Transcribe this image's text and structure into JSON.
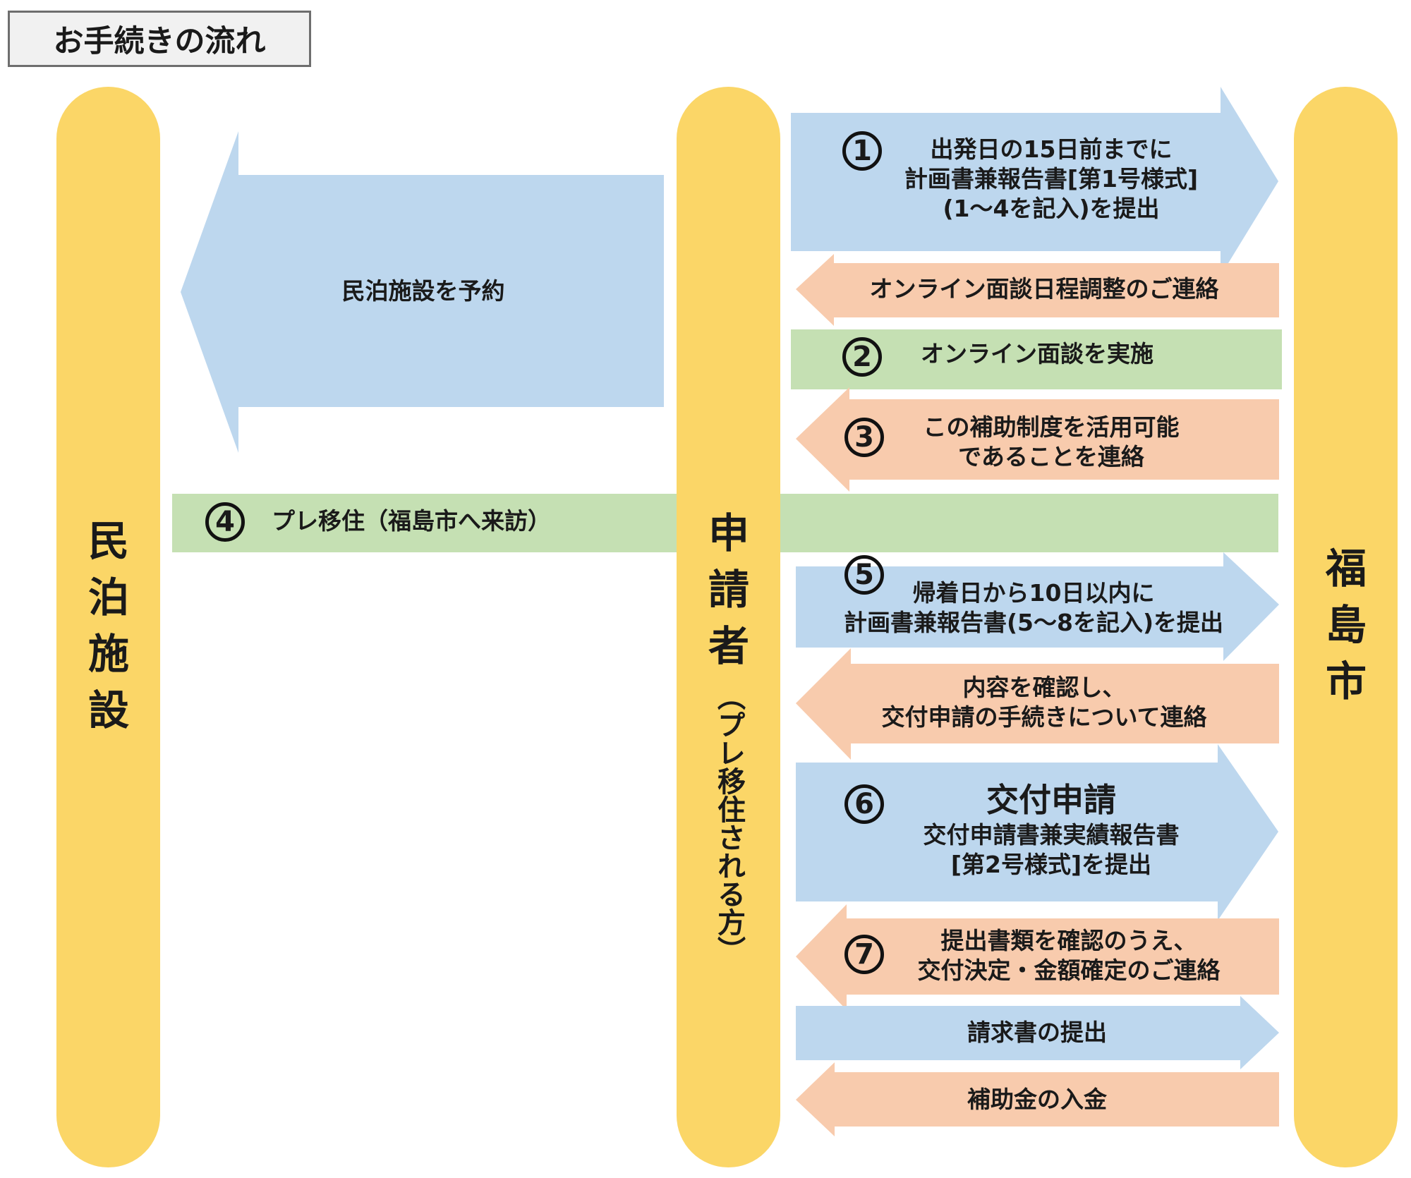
{
  "title": "お手続きの流れ",
  "pillars": {
    "left": {
      "label_chars": [
        "民",
        "泊",
        "施",
        "設"
      ]
    },
    "center": {
      "label_chars": [
        "申",
        "請",
        "者"
      ],
      "sub_label": "（プレ移住される方）"
    },
    "right": {
      "label_chars": [
        "福",
        "島",
        "市"
      ]
    }
  },
  "colors": {
    "pillar": "#fbd667",
    "to_city": "#bdd7ee",
    "from_city": "#f8cbad",
    "band": "#c5e0b3",
    "title_bg": "#f1f1f1",
    "title_border": "#6e6e6e"
  },
  "steps": {
    "reserve": {
      "text": "民泊施設を予約"
    },
    "s1": {
      "number": "1",
      "lines": [
        "出発日の15日前までに",
        "計画書兼報告書[第1号様式]",
        "(1～4を記入)を提出"
      ]
    },
    "contact1": {
      "text": "オンライン面談日程調整のご連絡"
    },
    "s2": {
      "number": "2",
      "text": "オンライン面談を実施"
    },
    "s3": {
      "number": "3",
      "lines": [
        "この補助制度を活用可能",
        "であることを連絡"
      ]
    },
    "s4": {
      "number": "4",
      "text": "プレ移住（福島市へ来訪）"
    },
    "s5": {
      "number": "5",
      "lines": [
        "帰着日から10日以内に",
        "計画書兼報告書(5～8を記入)を提出"
      ]
    },
    "confirm": {
      "lines": [
        "内容を確認し、",
        "交付申請の手続きについて連絡"
      ]
    },
    "s6": {
      "number": "6",
      "title": "交付申請",
      "lines": [
        "交付申請書兼実績報告書",
        "[第2号様式]を提出"
      ]
    },
    "s7": {
      "number": "7",
      "lines": [
        "提出書類を確認のうえ、",
        "交付決定・金額確定のご連絡"
      ]
    },
    "invoice": {
      "text": "請求書の提出"
    },
    "payment": {
      "text": "補助金の入金"
    }
  }
}
